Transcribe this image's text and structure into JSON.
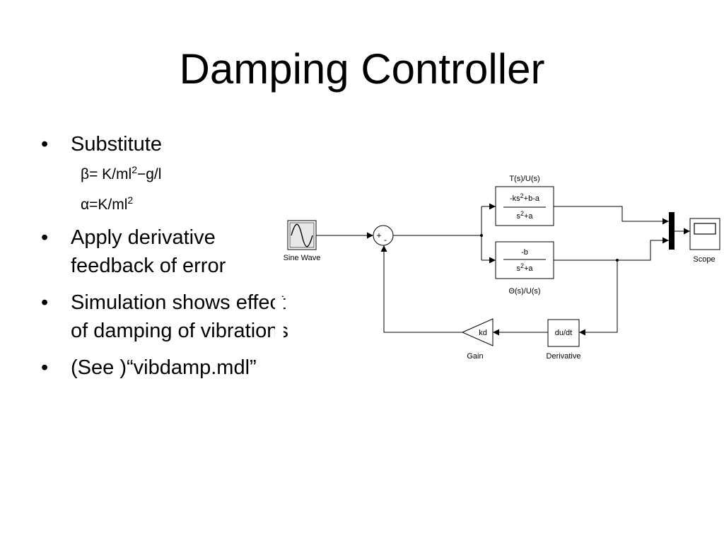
{
  "slide": {
    "title": "Damping Controller"
  },
  "bullets": [
    {
      "marker": "•",
      "text": "Substitute"
    },
    {
      "marker": "•",
      "text": "Apply derivative feedback of error"
    },
    {
      "marker": "•",
      "text": "Simulation shows effect of damping of vibrations"
    },
    {
      "marker": "•",
      "text": "(See )“vibdamp.mdl”"
    }
  ],
  "substitutions": {
    "beta": {
      "pre": "β= K/ml",
      "sup": "2",
      "post": "−g/l"
    },
    "alpha": {
      "pre": "α=K/ml",
      "sup": "2"
    }
  },
  "diagram": {
    "sine_wave_label": "Sine Wave",
    "sum_signs": {
      "top": "+",
      "bottom": "-"
    },
    "tf1": {
      "name": "T(s)/U(s)",
      "num": {
        "a": "-ks",
        "sup": "2",
        "b": "+b-a"
      },
      "den": {
        "a": "s",
        "sup": "2",
        "b": "+a"
      }
    },
    "tf2": {
      "name": "Θ(s)/U(s)",
      "num": "-b",
      "den": {
        "a": "s",
        "sup": "2",
        "b": "+a"
      }
    },
    "scope_label": "Scope",
    "derivative_block": "du/dt",
    "derivative_label": "Derivative",
    "gain_block": "kd",
    "gain_label": "Gain",
    "line_color": "#000000"
  }
}
